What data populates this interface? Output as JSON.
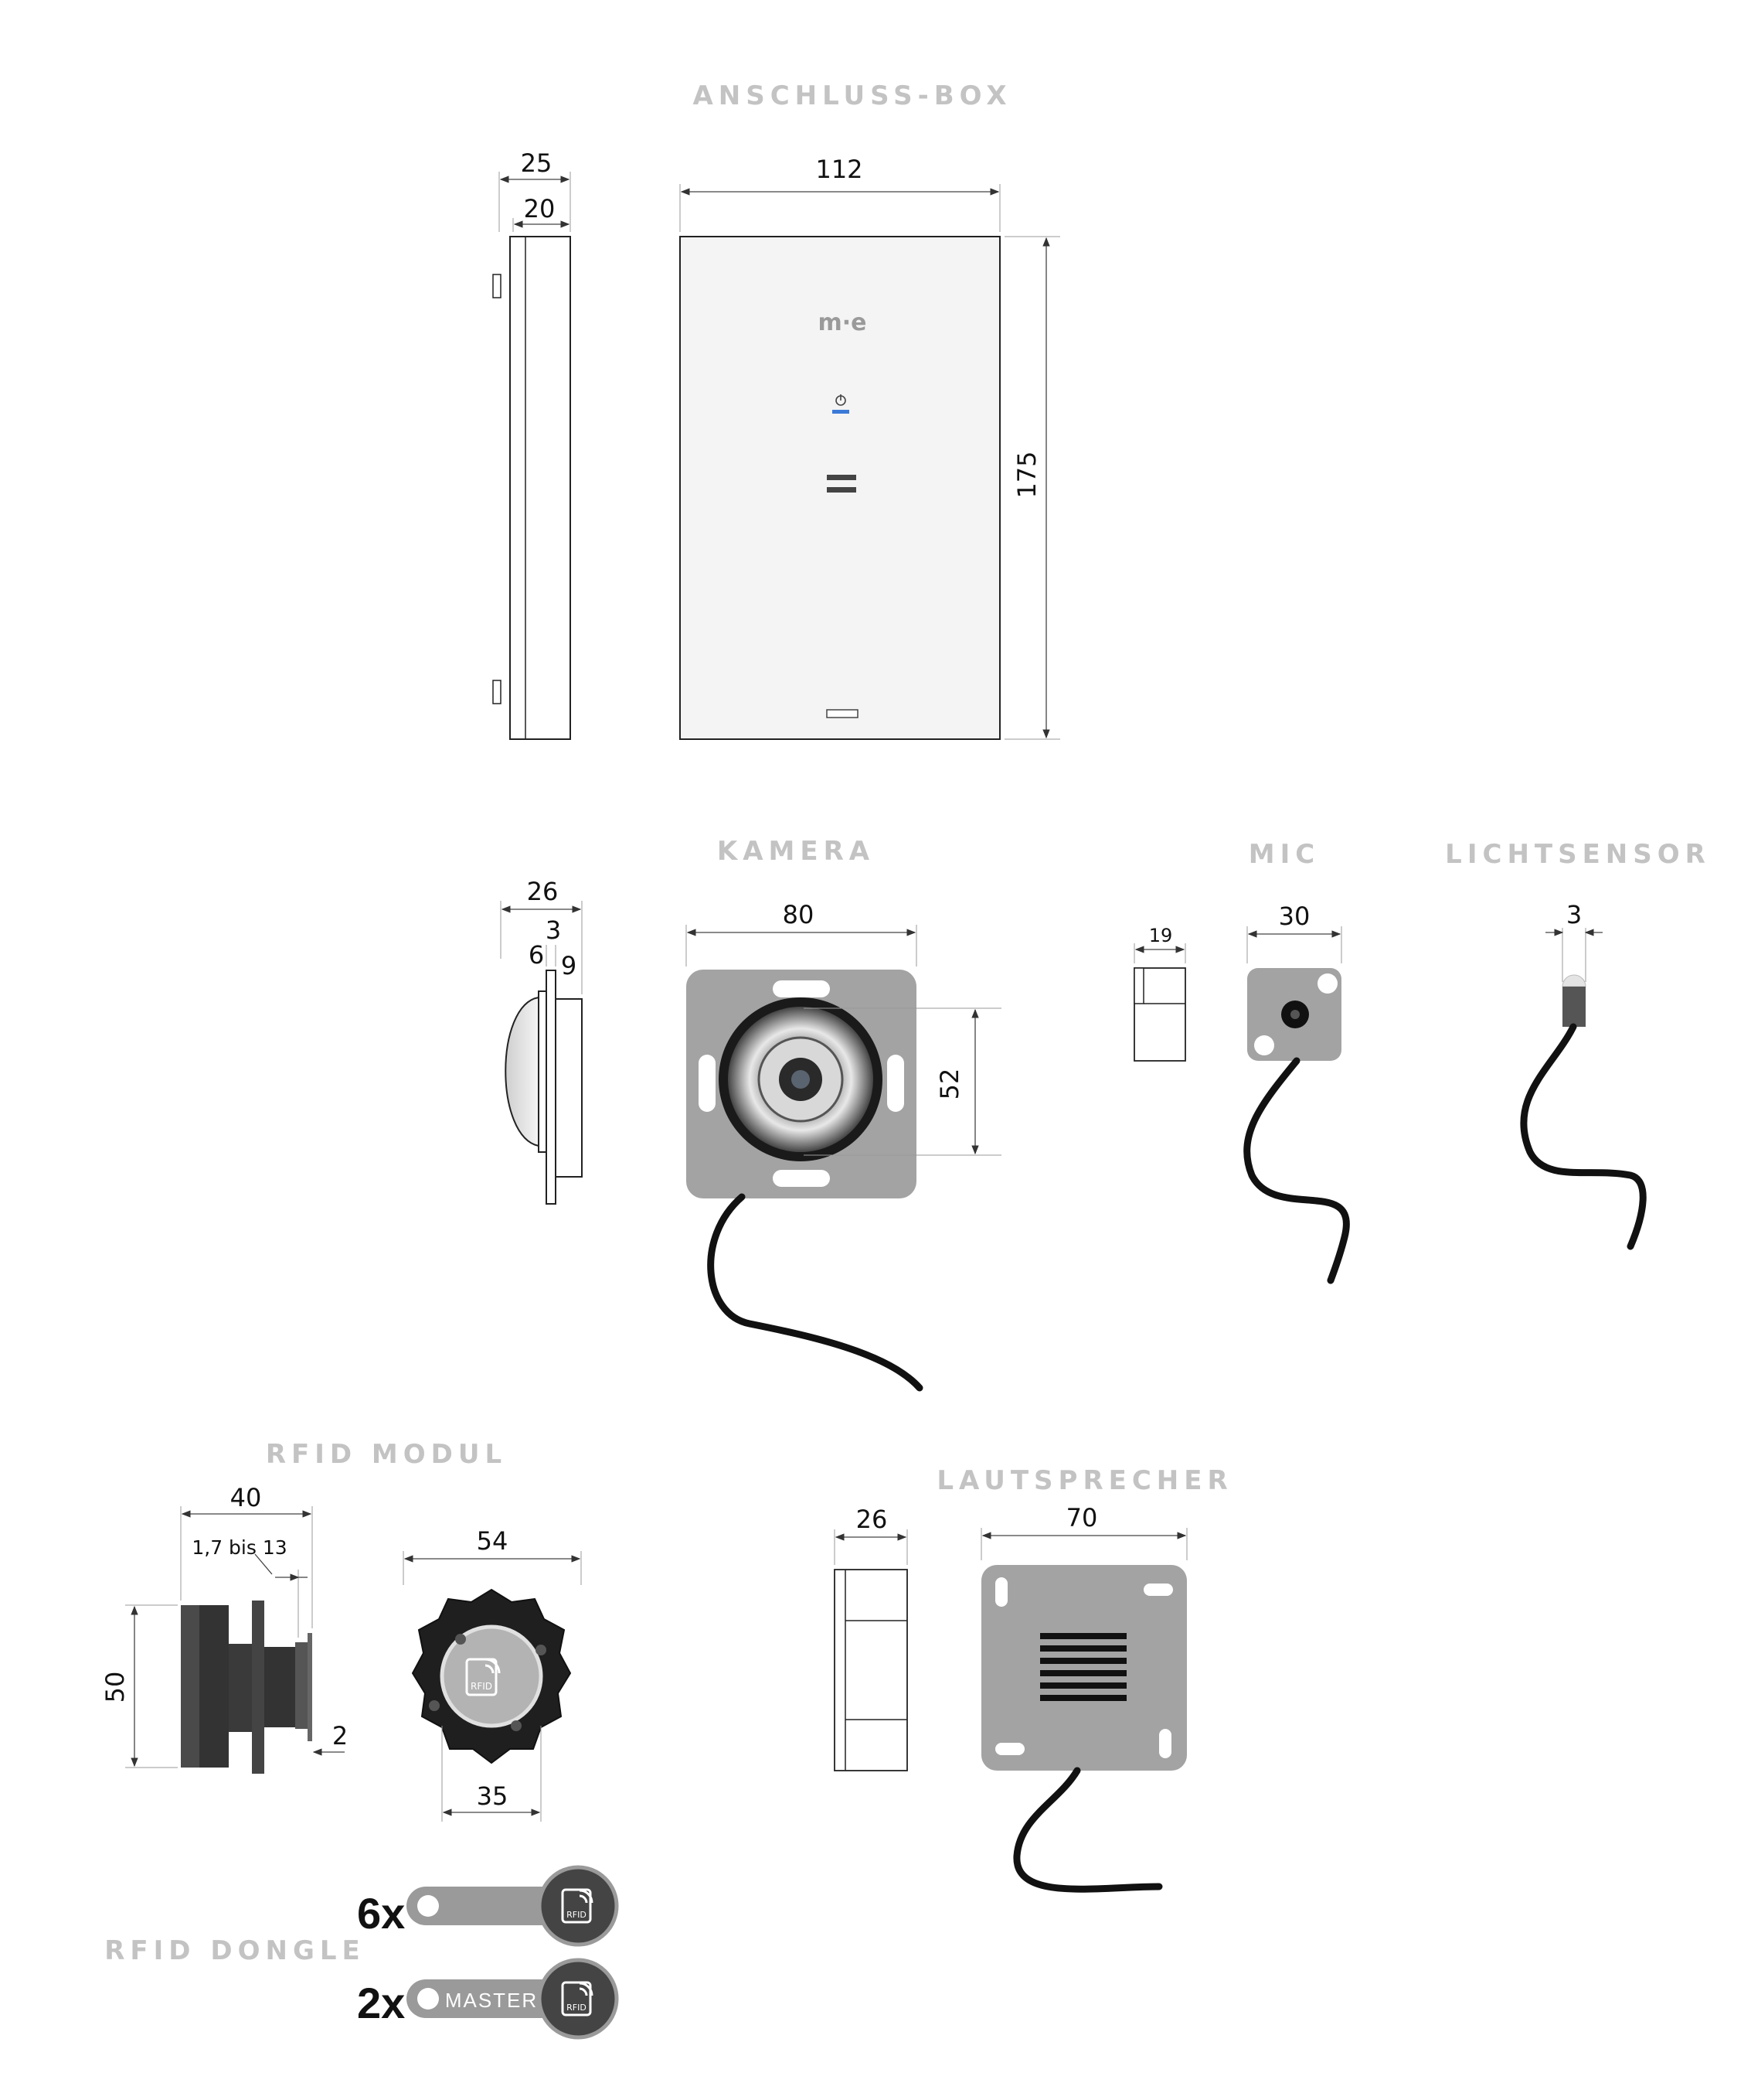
{
  "sections": {
    "anschluss_box": {
      "title": "ANSCHLUSS-BOX",
      "dims": {
        "depth_total": "25",
        "depth": "20",
        "width": "112",
        "height": "175"
      },
      "logo": "m·e"
    },
    "kamera": {
      "title": "KAMERA",
      "dims": {
        "depth": "26",
        "plate": "3",
        "lens": "6",
        "body": "9",
        "width": "80",
        "lens_height": "52"
      }
    },
    "mic": {
      "title": "MIC",
      "dims": {
        "depth": "19",
        "width": "30"
      }
    },
    "lichtsensor": {
      "title": "LICHTSENSOR",
      "dims": {
        "diameter": "3"
      }
    },
    "rfid_modul": {
      "title": "RFID MODUL",
      "dims": {
        "depth": "40",
        "wall_range": "1,7 bis 13",
        "height": "50",
        "plate": "2",
        "outer": "54",
        "inner": "35"
      },
      "badge_label": "RFID"
    },
    "lautsprecher": {
      "title": "LAUTSPRECHER",
      "dims": {
        "depth": "26",
        "width": "70"
      }
    },
    "rfid_dongle": {
      "title": "RFID DONGLE",
      "items": [
        {
          "count": "6x",
          "tag_label": ""
        },
        {
          "count": "2x",
          "tag_label": "MASTER"
        }
      ],
      "badge_label": "RFID"
    }
  },
  "colors": {
    "title_gray": "#c3c3c3",
    "plate_gray": "#a3a3a3",
    "dark": "#1a1a1a",
    "led_blue": "#3b7ad8"
  }
}
